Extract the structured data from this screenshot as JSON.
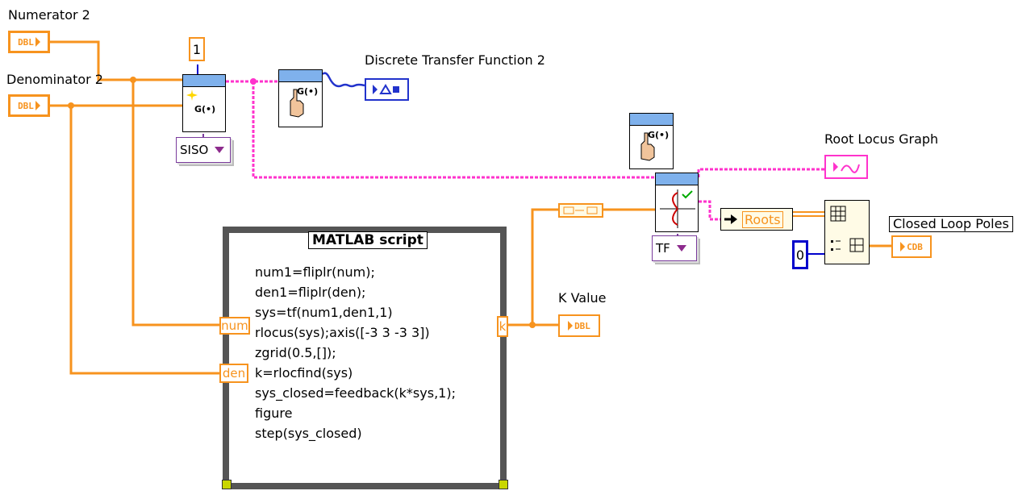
{
  "labels": {
    "numerator": "Numerator 2",
    "denominator": "Denominator 2",
    "discrete_tf": "Discrete Transfer Function 2",
    "root_locus": "Root Locus Graph",
    "k_value": "K Value",
    "closed_loop": "Closed Loop Poles"
  },
  "terminals": {
    "num_dbl": "DBL",
    "den_dbl": "DBL",
    "k_dbl": "DBL",
    "poles_cdb": "CDB"
  },
  "constants": {
    "one": "1",
    "zero": "0"
  },
  "rings": {
    "siso": "SISO",
    "tf": "TF"
  },
  "vi_labels": {
    "g1": "G(•)",
    "g2": "G(•)",
    "g3": "G(•)"
  },
  "roots_label": "Roots",
  "matlab": {
    "title": "MATLAB script",
    "num_tunnel": "num",
    "den_tunnel": "den",
    "k_tunnel": "k",
    "lines": [
      "num1=fliplr(num);",
      "den1=fliplr(den);",
      "sys=tf(num1,den1,1)",
      "rlocus(sys);axis([-3 3 -3 3])",
      "zgrid(0.5,[]);",
      "k=rlocfind(sys)",
      "sys_closed=feedback(k*sys,1);",
      "figure",
      "step(sys_closed)"
    ]
  },
  "colors": {
    "dbl_wire": "#f7931e",
    "class_wire": "#ff33cc",
    "vi_header": "#7fb1ec",
    "ring_border": "#7a3b9c",
    "constant_border": "#0000cc"
  }
}
